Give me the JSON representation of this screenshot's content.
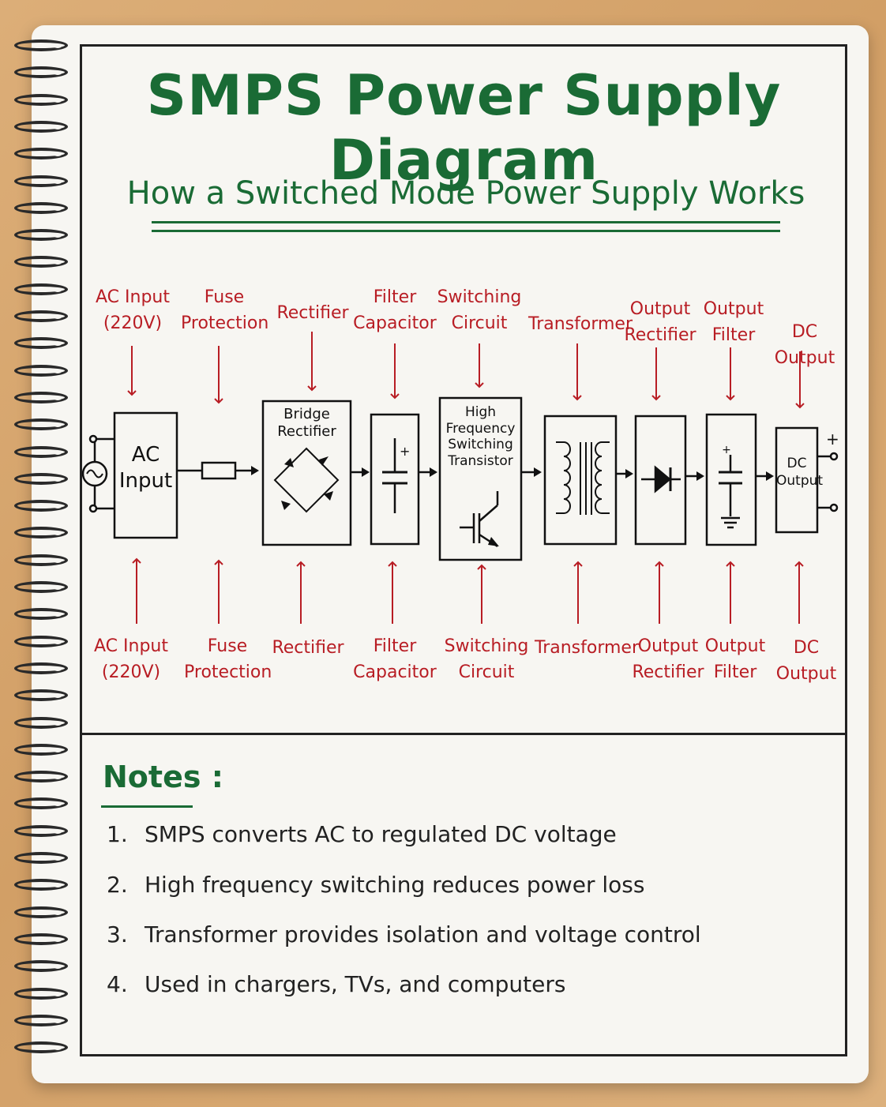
{
  "title": "SMPS Power Supply Diagram",
  "subtitle": "How a Switched Mode Power Supply Works",
  "top_labels": [
    {
      "l1": "AC Input",
      "l2": "(220V)"
    },
    {
      "l1": "Fuse",
      "l2": "Protection"
    },
    {
      "l1": "Rectifier",
      "l2": ""
    },
    {
      "l1": "Filter",
      "l2": "Capacitor"
    },
    {
      "l1": "Switching",
      "l2": "Circuit"
    },
    {
      "l1": "Transformer",
      "l2": ""
    },
    {
      "l1": "Output",
      "l2": "Rectifier"
    },
    {
      "l1": "Output",
      "l2": "Filter"
    },
    {
      "l1": "DC Output",
      "l2": ""
    }
  ],
  "bottom_labels": [
    {
      "l1": "AC Input",
      "l2": "(220V)"
    },
    {
      "l1": "Fuse",
      "l2": "Protection"
    },
    {
      "l1": "Rectifier",
      "l2": ""
    },
    {
      "l1": "Filter",
      "l2": "Capacitor"
    },
    {
      "l1": "Switching",
      "l2": "Circuit"
    },
    {
      "l1": "Transformer",
      "l2": ""
    },
    {
      "l1": "Output",
      "l2": "Rectifier"
    },
    {
      "l1": "Output",
      "l2": "Filter"
    },
    {
      "l1": "DC Output",
      "l2": ""
    }
  ],
  "boxes": {
    "ac_input": {
      "l1": "AC",
      "l2": "Input"
    },
    "bridge": {
      "l1": "Bridge",
      "l2": "Rectifier"
    },
    "switching": {
      "l1": "High",
      "l2": "Frequency",
      "l3": "Switching",
      "l4": "Transistor"
    },
    "dc_output": {
      "l1": "DC",
      "l2": "Output"
    },
    "plus": "+",
    "cap_plus": "+",
    "cap2_plus": "+"
  },
  "notes": {
    "title": "Notes :",
    "items": [
      {
        "num": "1.",
        "text": "SMPS converts AC to regulated DC voltage"
      },
      {
        "num": "2.",
        "text": "High frequency switching reduces power loss"
      },
      {
        "num": "3.",
        "text": "Transformer provides isolation and voltage control"
      },
      {
        "num": "4.",
        "text": "Used in chargers, TVs, and computers"
      }
    ]
  },
  "colors": {
    "title": "#1a6b35",
    "label": "#b81d24",
    "ink": "#111111"
  }
}
